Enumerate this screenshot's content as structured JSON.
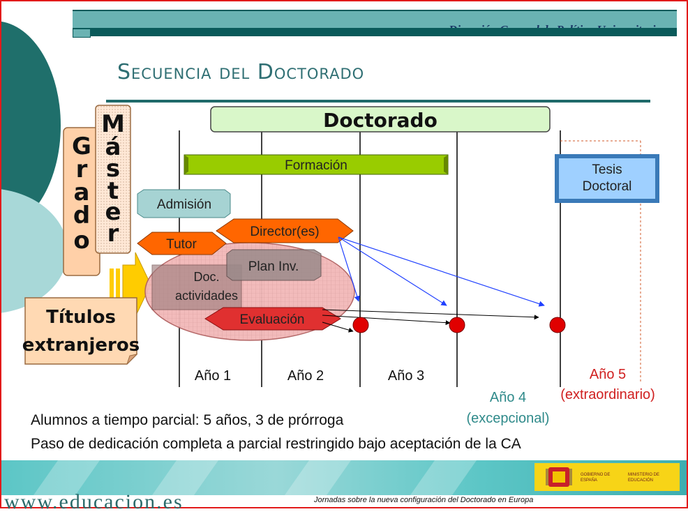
{
  "header": {
    "org": "Dirección General de Política Universitaria"
  },
  "slide": {
    "title": "Secuencia del Doctorado",
    "degrees": {
      "grado": "Grado",
      "master": "Máster"
    },
    "foreign": "Títulos extranjeros",
    "foreign_line1": "Títulos",
    "foreign_line2": "extranjeros",
    "doctorado": "Doctorado",
    "formacion": "Formación",
    "tesis_line1": "Tesis",
    "tesis_line2": "Doctoral",
    "admision": "Admisión",
    "director": "Director(es)",
    "tutor": "Tutor",
    "plan": "Plan Inv.",
    "doc_line1": "Doc.",
    "doc_line2": "actividades",
    "evaluacion": "Evaluación",
    "years": {
      "y1": "Año 1",
      "y2": "Año 2",
      "y3": "Año 3",
      "y4": "Año 4",
      "y4_note": "(excepcional)",
      "y5": "Año 5",
      "y5_note": "(extraordinario)"
    },
    "notes": {
      "line1": "Alumnos a tiempo parcial: 5 años, 3 de prórroga",
      "line2": "Paso de dedicación completa a parcial restringido bajo aceptación de la CA"
    }
  },
  "footer": {
    "site": "www.educacion.es",
    "event": "Jornadas sobre la nueva configuración del Doctorado en Europa",
    "gov1": "GOBIERNO DE ESPAÑA",
    "gov2": "MINISTERIO DE EDUCACIÓN"
  },
  "colors": {
    "teal_dark": "#0a5a5a",
    "teal_light": "#6ab3b3",
    "doctorado_fill": "#d9f7c9",
    "formacion_fill": "#99cc00",
    "tesis_fill": "#7fbfff",
    "admision_fill": "#a6d3d3",
    "director_fill": "#ff6600",
    "evaluacion_fill": "#e03030",
    "ellipse_fill": "#f2b8b8",
    "grado_fill": "#ffd0a8",
    "master_fill": "#ffe8d6",
    "foreign_fill": "#ffd9b3",
    "arrow_fill": "#ffcc00",
    "milestone": "#e00000",
    "arrow_blue": "#2040ff",
    "year4": "#2f8a8a",
    "year5": "#d02020"
  }
}
